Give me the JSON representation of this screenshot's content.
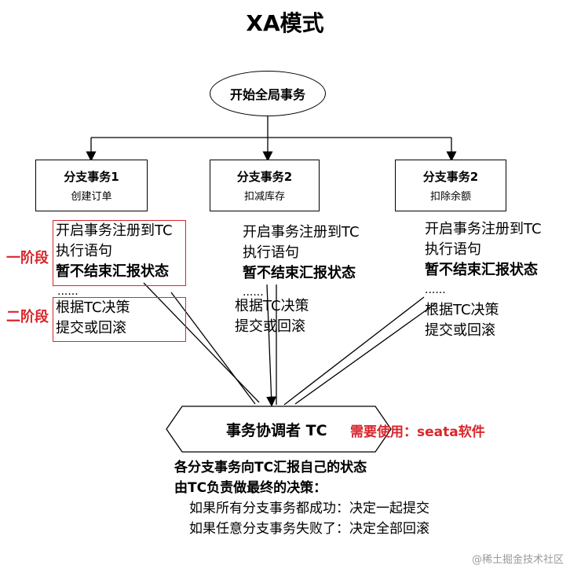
{
  "title": "XA模式",
  "start": "开始全局事务",
  "branches": [
    {
      "name": "分支事务1",
      "desc": "创建订单",
      "steps": [
        "开启事务注册到TC",
        "执行语句",
        "暂不结束汇报状态",
        "......",
        "根据TC决策",
        "提交或回滚"
      ]
    },
    {
      "name": "分支事务2",
      "desc": "扣减库存",
      "steps": [
        "开启事务注册到TC",
        "执行语句",
        "暂不结束汇报状态",
        "......",
        "根据TC决策",
        "提交或回滚"
      ]
    },
    {
      "name": "分支事务2",
      "desc": "扣除余额",
      "steps": [
        "开启事务注册到TC",
        "执行语句",
        "暂不结束汇报状态",
        "......",
        "根据TC决策",
        "提交或回滚"
      ]
    }
  ],
  "phase1": "一阶段",
  "phase2": "二阶段",
  "tc": "事务协调者 TC",
  "tc_note": "需要使用：seata软件",
  "summary": {
    "line1": "各分支事务向TC汇报自己的状态",
    "line2": "由TC负责做最终的决策：",
    "line3": "如果所有分支事务都成功：决定一起提交",
    "line4": "如果任意分支事务失败了：决定全部回滚"
  },
  "watermark": "@稀土掘金技术社区",
  "colors": {
    "accent_red": "#d9262c",
    "line": "#000000"
  }
}
